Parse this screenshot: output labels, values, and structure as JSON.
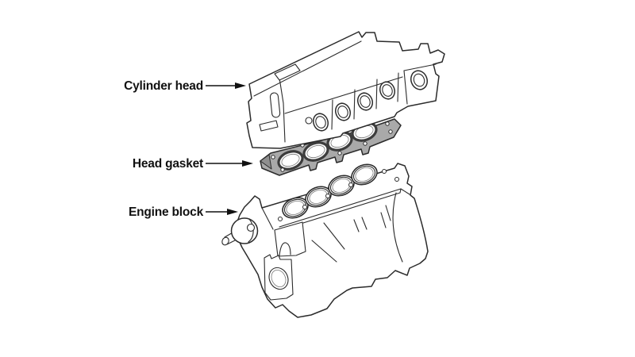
{
  "figure": {
    "labels": [
      {
        "id": "cylinder-head",
        "text": "Cylinder head",
        "arrow_direction": "right"
      },
      {
        "id": "head-gasket",
        "text": "Head gasket",
        "arrow_direction": "right"
      },
      {
        "id": "engine-block",
        "text": "Engine block",
        "arrow_direction": "right"
      }
    ],
    "icons": [
      {
        "name": "arrowhead-icon",
        "shape": "filled-triangle-right"
      }
    ],
    "colors": {
      "background": "#ffffff",
      "line": "#2b2b2b",
      "label_text": "#111111",
      "gasket_fill": "#a9a9a9",
      "gasket_dark": "#8f8f8f",
      "hole_ring": "#3c3c3c",
      "thin_detail": "#7a7a7a"
    }
  }
}
